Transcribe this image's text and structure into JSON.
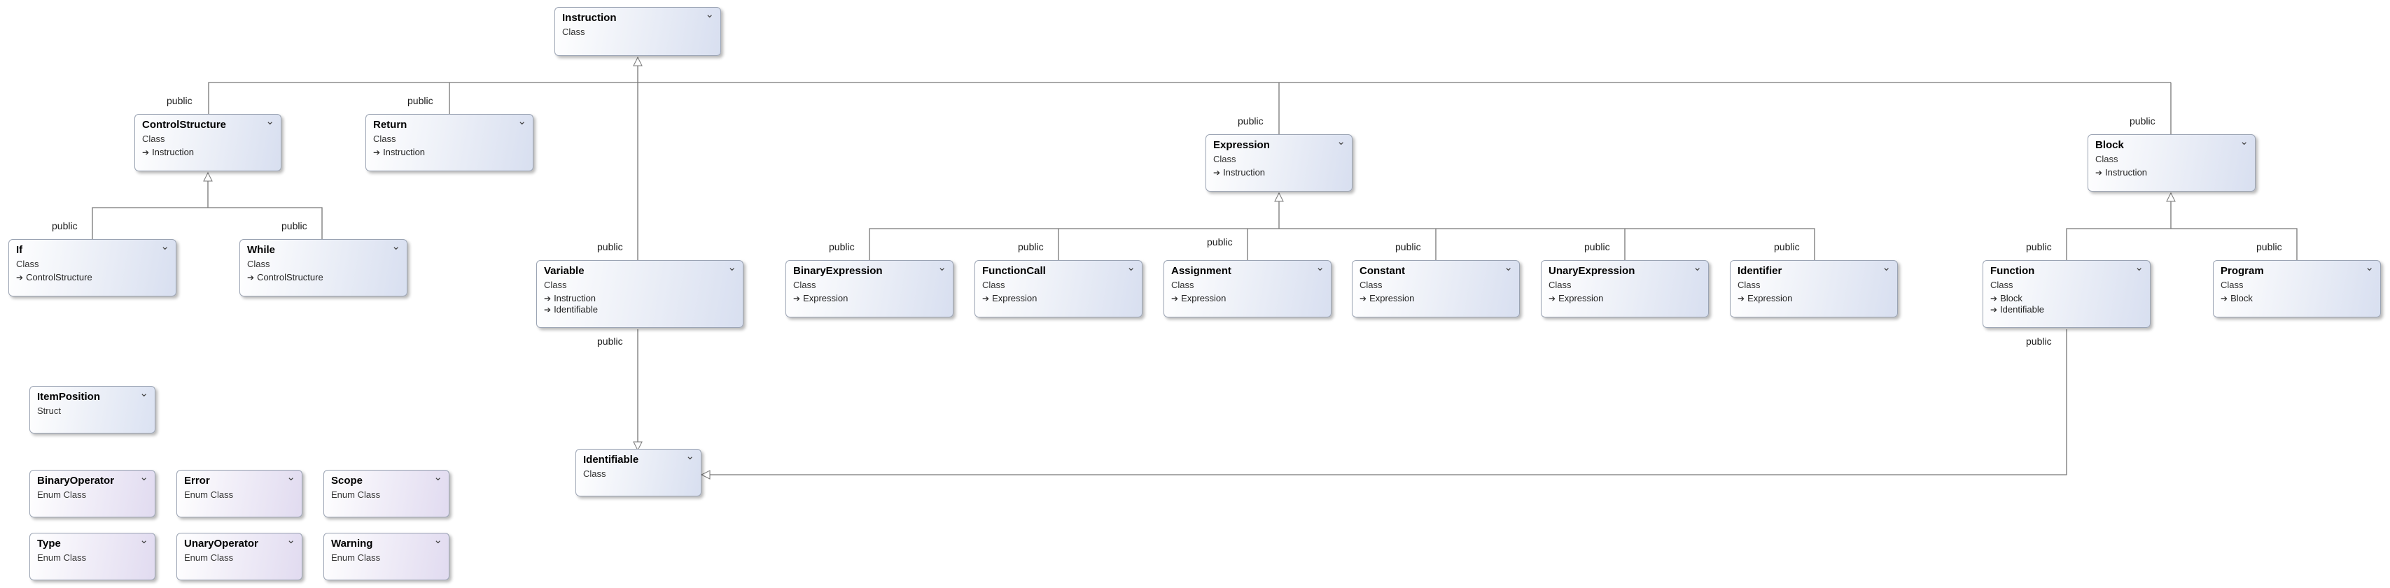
{
  "diagram": {
    "inheritance_label": "public",
    "chevron_glyph": "⌄",
    "classes": {
      "instruction": {
        "name": "Instruction",
        "kind": "Class"
      },
      "control_structure": {
        "name": "ControlStructure",
        "kind": "Class",
        "bases": [
          "Instruction"
        ]
      },
      "return": {
        "name": "Return",
        "kind": "Class",
        "bases": [
          "Instruction"
        ]
      },
      "expression": {
        "name": "Expression",
        "kind": "Class",
        "bases": [
          "Instruction"
        ]
      },
      "block": {
        "name": "Block",
        "kind": "Class",
        "bases": [
          "Instruction"
        ]
      },
      "if": {
        "name": "If",
        "kind": "Class",
        "bases": [
          "ControlStructure"
        ]
      },
      "while": {
        "name": "While",
        "kind": "Class",
        "bases": [
          "ControlStructure"
        ]
      },
      "variable": {
        "name": "Variable",
        "kind": "Class",
        "bases": [
          "Instruction",
          "Identifiable"
        ]
      },
      "binary_expression": {
        "name": "BinaryExpression",
        "kind": "Class",
        "bases": [
          "Expression"
        ]
      },
      "function_call": {
        "name": "FunctionCall",
        "kind": "Class",
        "bases": [
          "Expression"
        ]
      },
      "assignment": {
        "name": "Assignment",
        "kind": "Class",
        "bases": [
          "Expression"
        ]
      },
      "constant": {
        "name": "Constant",
        "kind": "Class",
        "bases": [
          "Expression"
        ]
      },
      "unary_expression": {
        "name": "UnaryExpression",
        "kind": "Class",
        "bases": [
          "Expression"
        ]
      },
      "identifier": {
        "name": "Identifier",
        "kind": "Class",
        "bases": [
          "Expression"
        ]
      },
      "function": {
        "name": "Function",
        "kind": "Class",
        "bases": [
          "Block",
          "Identifiable"
        ]
      },
      "program": {
        "name": "Program",
        "kind": "Class",
        "bases": [
          "Block"
        ]
      },
      "identifiable": {
        "name": "Identifiable",
        "kind": "Class"
      },
      "item_position": {
        "name": "ItemPosition",
        "kind": "Struct"
      },
      "binary_operator": {
        "name": "BinaryOperator",
        "kind": "Enum Class"
      },
      "error": {
        "name": "Error",
        "kind": "Enum Class"
      },
      "scope": {
        "name": "Scope",
        "kind": "Enum Class"
      },
      "type": {
        "name": "Type",
        "kind": "Enum Class"
      },
      "unary_operator": {
        "name": "UnaryOperator",
        "kind": "Enum Class"
      },
      "warning": {
        "name": "Warning",
        "kind": "Enum Class"
      }
    }
  }
}
